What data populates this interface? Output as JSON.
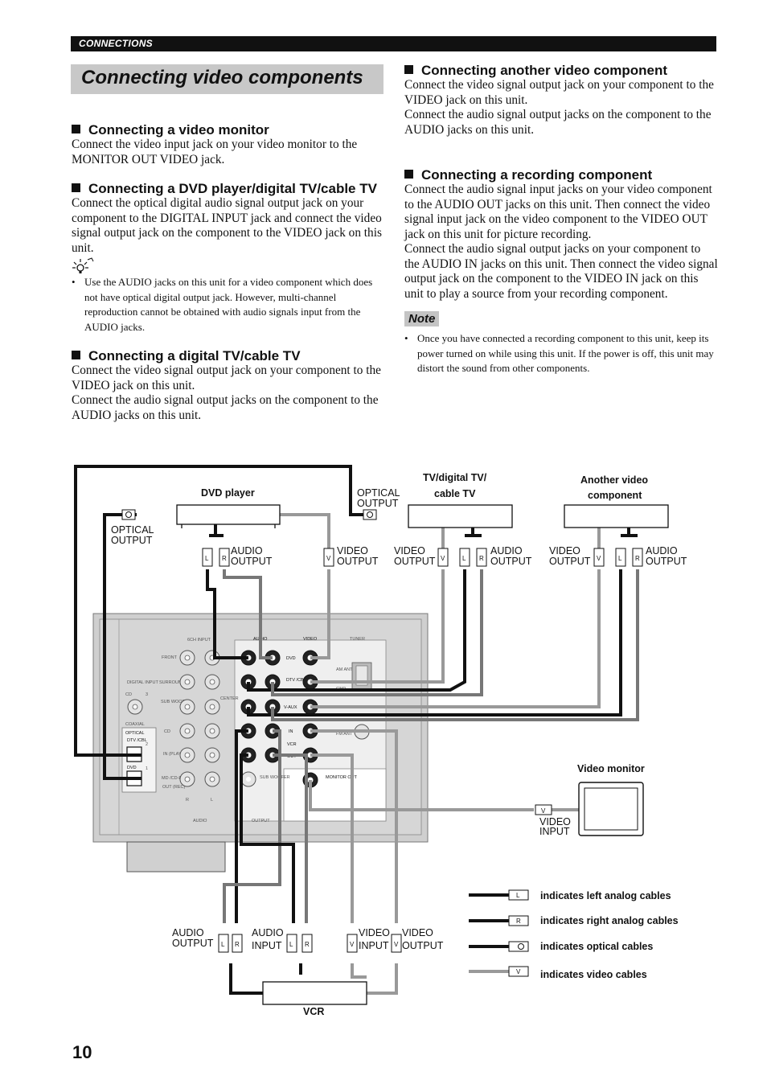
{
  "header": {
    "section": "CONNECTIONS"
  },
  "title": "Connecting video components",
  "left": {
    "s1_heading": "Connecting a video monitor",
    "s1_body": "Connect the video input jack on your video monitor to the MONITOR OUT VIDEO jack.",
    "s2_heading": "Connecting a DVD player/digital TV/cable TV",
    "s2_body": "Connect the optical digital audio signal output jack on your component to the DIGITAL INPUT jack and connect the video signal output jack on the component to the VIDEO jack on this unit.",
    "s2_tip": "Use the AUDIO jacks on this unit for a video component which does not have optical digital output jack. However, multi-channel reproduction cannot be obtained with audio signals input from the AUDIO jacks.",
    "s3_heading": "Connecting a digital TV/cable TV",
    "s3_body1": "Connect the video signal output jack on your component to the VIDEO jack on this unit.",
    "s3_body2": "Connect the audio signal output jacks on the component to the AUDIO jacks on this unit."
  },
  "right": {
    "s4_heading": "Connecting another video component",
    "s4_body1": "Connect the video signal output jack on your component to the VIDEO jack on this unit.",
    "s4_body2": "Connect the audio signal output jacks on the component to the AUDIO jacks on this unit.",
    "s5_heading": "Connecting a recording component",
    "s5_body1": "Connect the audio signal input jacks on your video component to the AUDIO OUT jacks on this unit. Then connect the video signal input jack on the video component to the VIDEO OUT jack on this unit for picture recording.",
    "s5_body2": "Connect the audio signal output jacks on your component to the AUDIO IN jacks on this unit. Then connect the video signal output jack on the component to the VIDEO IN jack on this unit to play a source from your recording component.",
    "note_label": "Note",
    "note_text": "Once you have connected a recording component to this unit, keep its power turned on while using this unit. If the power is off, this unit may distort the sound from other components."
  },
  "diagram": {
    "dvd_player": "DVD player",
    "tv_digital_line1": "TV/digital TV/",
    "tv_digital_line2": "cable TV",
    "another_line1": "Another video",
    "another_line2": "component",
    "video_monitor": "Video monitor",
    "vcr": "VCR",
    "optical": "OPTICAL",
    "output": "OUTPUT",
    "audio": "AUDIO",
    "video": "VIDEO",
    "input": "INPUT",
    "plug_l": "L",
    "plug_r": "R",
    "plug_v": "V",
    "legend_left": "indicates left analog cables",
    "legend_right": "indicates right analog cables",
    "legend_optical": "indicates optical cables",
    "legend_video": "indicates video cables",
    "panel": {
      "ch6_input": "6CH INPUT",
      "audio_hdr": "AUDIO",
      "video_hdr": "VIDEO",
      "tuner": "TUNER",
      "front": "FRONT",
      "surround": "SURROUND",
      "sub_woofer": "SUB WOOFER",
      "center": "CENTER",
      "cd": "CD",
      "digital_input": "DIGITAL INPUT",
      "coaxial": "COAXIAL",
      "optical": "OPTICAL",
      "dtv_cbl": "DTV /CBL",
      "dvd": "DVD",
      "in_play": "IN (PLAY)",
      "md_cdr": "MD /CD-R",
      "out_rec": "OUT (REC)",
      "row_dvd": "DVD",
      "row_dtv": "DTV /CBL",
      "row_vaux": "V-AUX",
      "row_in": "IN",
      "row_vcr": "VCR",
      "row_out": "OUT",
      "monitor_out": "MONITOR OUT",
      "sub_woofer_out": "SUB WOOFER",
      "am_ant": "AM ANT",
      "gnd": "GND",
      "fm_ant": "FM ANT",
      "output_lbl": "OUTPUT",
      "audio_lbl": "AUDIO",
      "num_3": "3",
      "num_2": "2",
      "num_1": "1",
      "r_mark": "R",
      "l_mark": "L"
    }
  },
  "page_number": "10"
}
